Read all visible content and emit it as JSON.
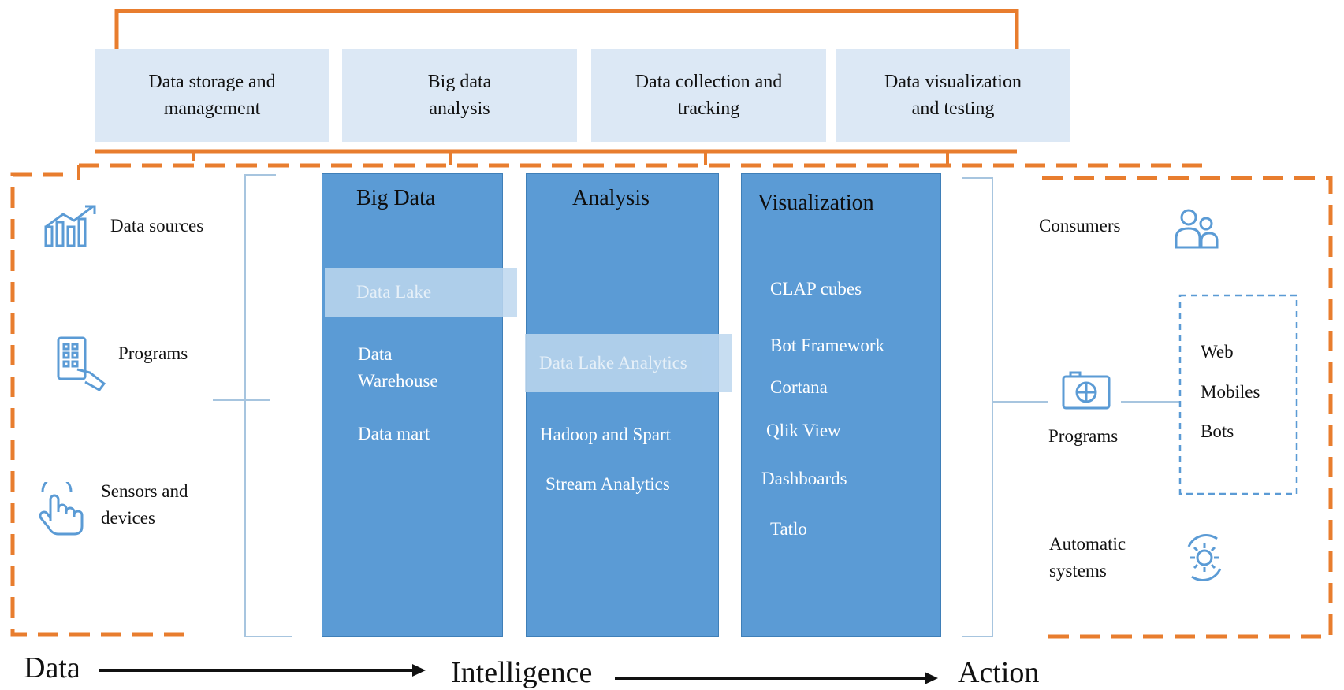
{
  "top_boxes": [
    {
      "label": "Data storage and management"
    },
    {
      "label": "Big data analysis"
    },
    {
      "label": "Data collection and tracking"
    },
    {
      "label": "Data visualization and testing"
    }
  ],
  "left": {
    "items": [
      {
        "label": "Data sources",
        "icon": "chart-growth-icon"
      },
      {
        "label": "Programs",
        "icon": "tablet-touch-icon"
      },
      {
        "label": "Sensors and devices",
        "icon": "hand-touch-icon"
      }
    ]
  },
  "columns": {
    "big_data": {
      "title": "Big Data",
      "items": [
        "Data Lake",
        "Data Warehouse",
        "Data mart"
      ]
    },
    "analysis": {
      "title": "Analysis",
      "items": [
        "Data Lake Analytics",
        "Hadoop and Spart",
        "Stream Analytics"
      ]
    },
    "visualization": {
      "title": "Visualization",
      "items": [
        "CLAP cubes",
        "Bot Framework",
        "Cortana",
        "Qlik View",
        "Dashboards",
        "Tatlo"
      ]
    }
  },
  "right": {
    "consumers": "Consumers",
    "programs": "Programs",
    "automatic": "Automatic systems",
    "targets": [
      "Web",
      "Mobiles",
      "Bots"
    ]
  },
  "bottom": {
    "data": "Data",
    "intelligence": "Intelligence",
    "action": "Action"
  },
  "colors": {
    "orange": "#e87d2e",
    "blue_column": "#5b9bd5",
    "light_box": "#dce8f5",
    "icon_blue": "#5b9bd5"
  }
}
